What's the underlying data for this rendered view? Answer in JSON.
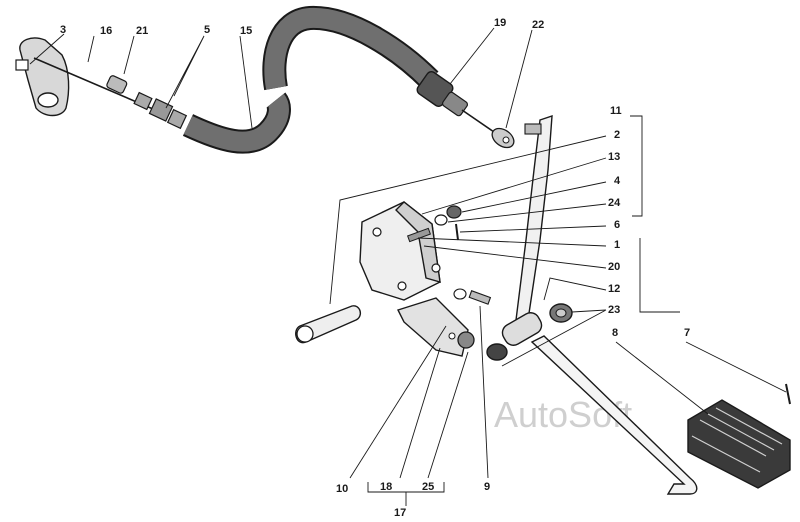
{
  "diagram": {
    "watermark": "AutoSoft",
    "callouts": {
      "c3": "3",
      "c16": "16",
      "c21": "21",
      "c5": "5",
      "c15": "15",
      "c19": "19",
      "c22": "22",
      "c11": "11",
      "c2": "2",
      "c13": "13",
      "c4": "4",
      "c24": "24",
      "c6": "6",
      "c1": "1",
      "c20": "20",
      "c12": "12",
      "c23": "23",
      "c8": "8",
      "c7": "7",
      "c10": "10",
      "c18": "18",
      "c25": "25",
      "c9": "9",
      "c17": "17"
    }
  }
}
